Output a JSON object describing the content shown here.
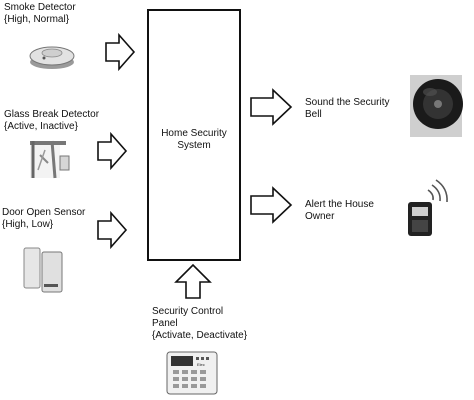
{
  "inputs": [
    {
      "name": "Smoke Detector",
      "states": "{High, Normal}"
    },
    {
      "name": "Glass Break Detector",
      "states": "{Active, Inactive}"
    },
    {
      "name": "Door Open Sensor",
      "states": "{High, Low}"
    }
  ],
  "system": {
    "line1": "Home Security",
    "line2": "System"
  },
  "panel": {
    "line1": "Security Control",
    "line2": "Panel",
    "states": "{Activate, Deactivate}"
  },
  "outputs": [
    {
      "line1": "Sound the Security",
      "line2": "Bell"
    },
    {
      "line1": "Alert the House",
      "line2": "Owner"
    }
  ],
  "keypad_brand": "Elec",
  "colors": {
    "stroke": "#111111",
    "background": "#ffffff"
  }
}
